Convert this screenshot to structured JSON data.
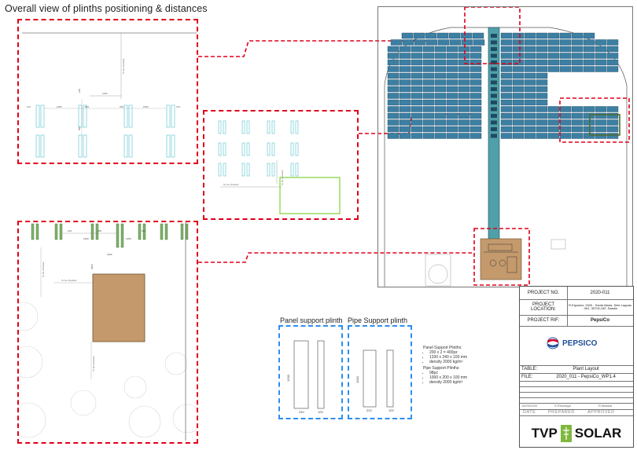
{
  "title": "Overall view of plinths positioning & distances",
  "detail_labels": {
    "to_be_checked": "To be checked",
    "dims_tl": [
      "214",
      "1260",
      "200",
      "200",
      "1260",
      "214",
      "1100",
      "180",
      "550"
    ],
    "dims_bl": [
      "214",
      "200",
      "214",
      "1260",
      "1260",
      "1100",
      "3563"
    ]
  },
  "legend": {
    "panel_support_title": "Panel support plinth",
    "pipe_support_title": "Pipe Support plinth",
    "panel_dims": [
      "1330",
      "240",
      "100"
    ],
    "pipe_dims": [
      "1000",
      "220",
      "100"
    ]
  },
  "notes": {
    "panel_heading": "Panel Support Plinths:",
    "panel_items": [
      "200 x 2 = 400pz",
      "1330 x 240 x 100 mm",
      "density 2000 kg/m³"
    ],
    "pipe_heading": "Pipe Support Plinths:",
    "pipe_items": [
      "98pz",
      "1000 x 200 x 100 mm",
      "density 2000 kg/m³"
    ]
  },
  "title_block": {
    "project_no_label": "PROJECT NO.",
    "project_no": "2020-011",
    "location_label": "PROJECT LOCATION:",
    "location": "R.Equador, 2300 - Santa Maria, Sete Lagoas - MG, 35702-087, Brasile",
    "ref_label": "PROJECT RIF:",
    "ref": "PepsiCo",
    "client_logo": "PEPSICO",
    "table_label": "TABLE:",
    "table": "Plant Layout",
    "file_label": "FILE:",
    "file": "2020_011 - PepsiCo_WP1.4",
    "date_value": "14/04/2020",
    "prepared_value": "S.Pescarga",
    "approved_value": "R.Malaria",
    "date_label": "DATE",
    "prepared_label": "PREPARED",
    "approved_label": "APPROVED",
    "brand_left": "TVP",
    "brand_right": "SOLAR"
  },
  "colors": {
    "panel_fill": "#3d7fa3",
    "panel_dark": "#1f4a63",
    "building": "#c49a6c",
    "green_plinth": "#7fb36a",
    "cyan_plinth": "#7ed0d8",
    "dash_red": "#e0001b",
    "dash_blue": "#2d8ef0",
    "pepsi_blue": "#1f4f9a",
    "tvp_green": "#7fb83f"
  }
}
